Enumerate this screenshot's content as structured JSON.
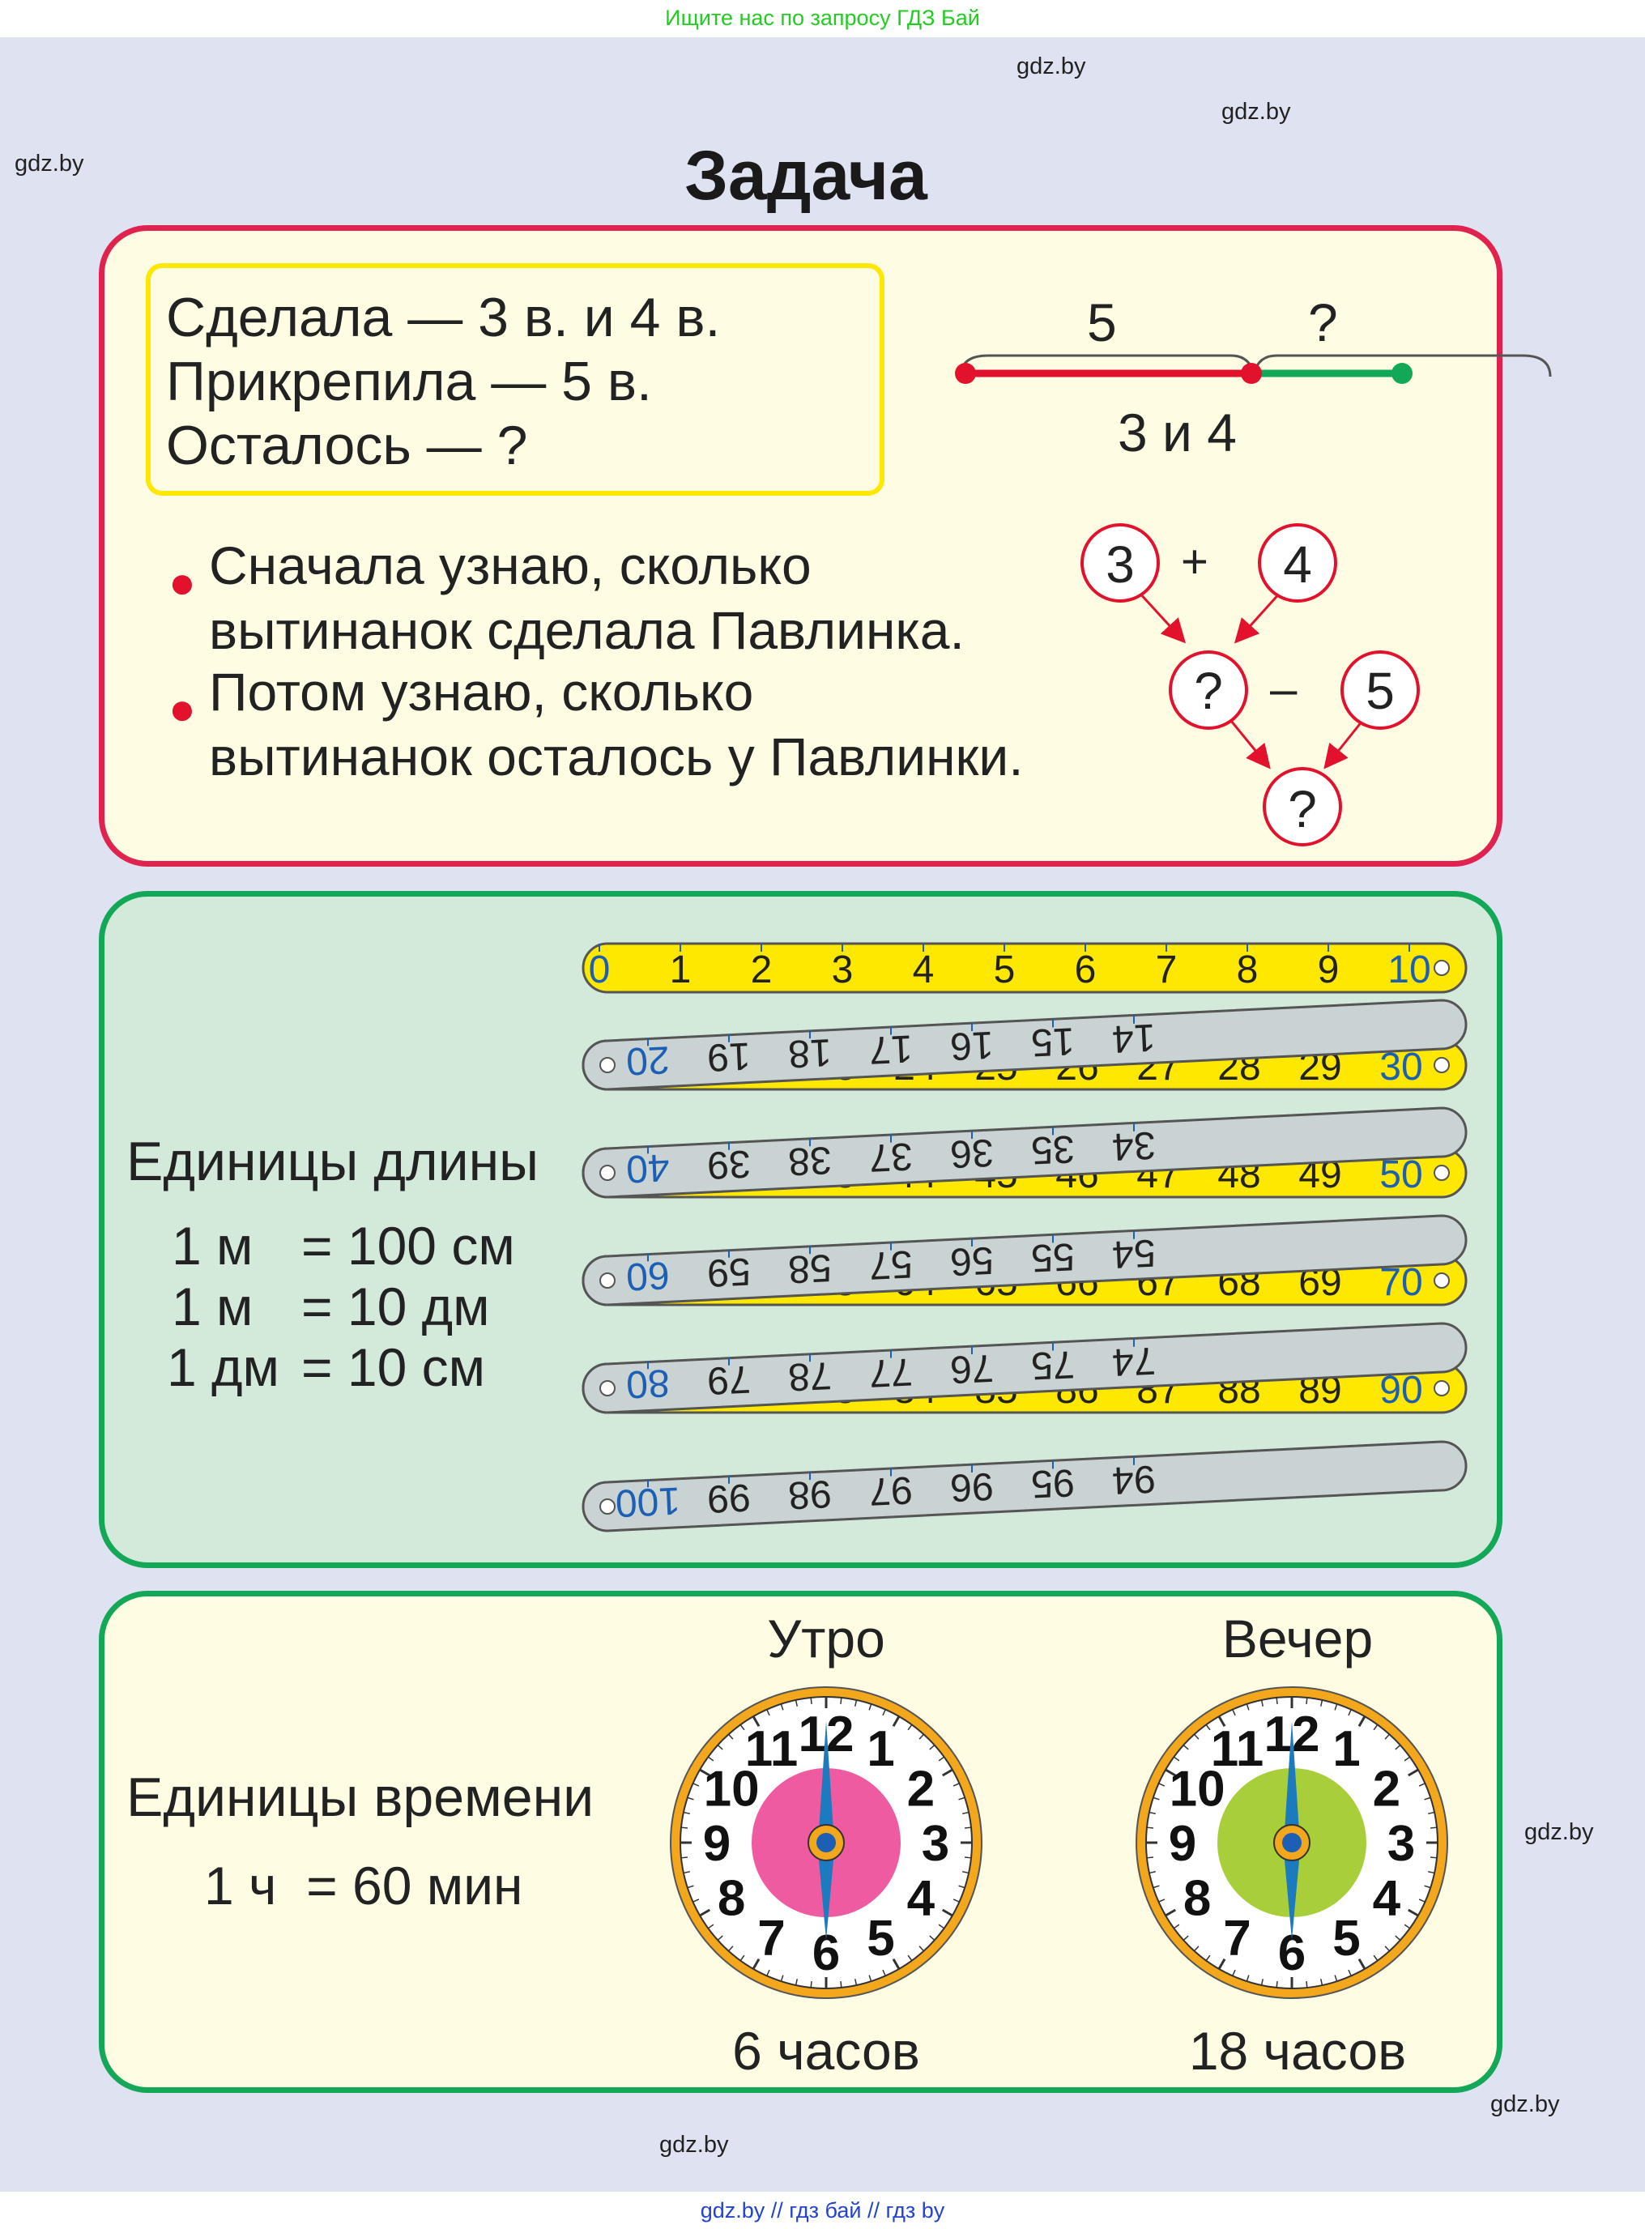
{
  "header": {
    "banner": "Ищите нас по запросу ГДЗ Бай"
  },
  "title": "Задача",
  "watermark": "gdz.by",
  "task": {
    "lines": [
      "Сделала — 3 в. и 4 в.",
      "Прикрепила — 5 в.",
      "Осталось — ?"
    ],
    "diagram": {
      "top_left": "5",
      "top_right": "?",
      "bottom": "3 и 4"
    },
    "steps": [
      {
        "line1": "Сначала узнаю, сколько",
        "line2": "вытинанок сделала Павлинка."
      },
      {
        "line1": "Потом узнаю, сколько",
        "line2": "вытинанок осталось у Павлинки."
      }
    ],
    "tree": {
      "a": "3",
      "op1": "+",
      "b": "4",
      "c": "?",
      "op2": "–",
      "d": "5",
      "result": "?"
    }
  },
  "length": {
    "title": "Единицы длины",
    "rows": [
      {
        "left": "1 м",
        "right": "= 100 см"
      },
      {
        "left": "1 м",
        "right": "= 10 дм"
      },
      {
        "left": "1 дм",
        "right": "= 10 см"
      }
    ]
  },
  "ruler": {
    "top_row": [
      "0",
      "1",
      "2",
      "3",
      "4",
      "5",
      "6",
      "7",
      "8",
      "9",
      "10"
    ],
    "row2": [
      "20",
      "19",
      "18",
      "17",
      "16",
      "15",
      "14"
    ],
    "row3": [
      "23",
      "24",
      "25",
      "26",
      "27",
      "28",
      "29",
      "30"
    ],
    "row4": [
      "40",
      "39",
      "38",
      "37",
      "36",
      "35",
      "34"
    ],
    "row5": [
      "43",
      "44",
      "45",
      "46",
      "47",
      "48",
      "49",
      "50"
    ],
    "row6": [
      "60",
      "59",
      "58",
      "57",
      "56",
      "55",
      "54"
    ],
    "row7": [
      "63",
      "64",
      "65",
      "66",
      "67",
      "68",
      "69",
      "70"
    ],
    "row8": [
      "80",
      "79",
      "78",
      "77",
      "76",
      "75",
      "74"
    ],
    "row9": [
      "83",
      "84",
      "85",
      "86",
      "87",
      "88",
      "89",
      "90"
    ],
    "row10": [
      "100",
      "99",
      "98",
      "97",
      "96",
      "95",
      "94"
    ]
  },
  "time": {
    "title": "Единицы времени",
    "equation": "1 ч  = 60 мин",
    "clocks": [
      {
        "label": "Утро",
        "caption": "6 часов",
        "center_color": "#ef5ba1"
      },
      {
        "label": "Вечер",
        "caption": "18 часов",
        "center_color": "#a8cf3a"
      }
    ],
    "numerals": [
      "12",
      "1",
      "2",
      "3",
      "4",
      "5",
      "6",
      "7",
      "8",
      "9",
      "10",
      "11"
    ]
  },
  "footer": {
    "text": "gdz.by  //  гдз бай  //  гдз by"
  },
  "colors": {
    "red": "#e0234e",
    "green": "#13a857",
    "yellow": "#ffe800",
    "grey_strip": "#c9d3d3",
    "blue_digit": "#1c5fb4"
  }
}
